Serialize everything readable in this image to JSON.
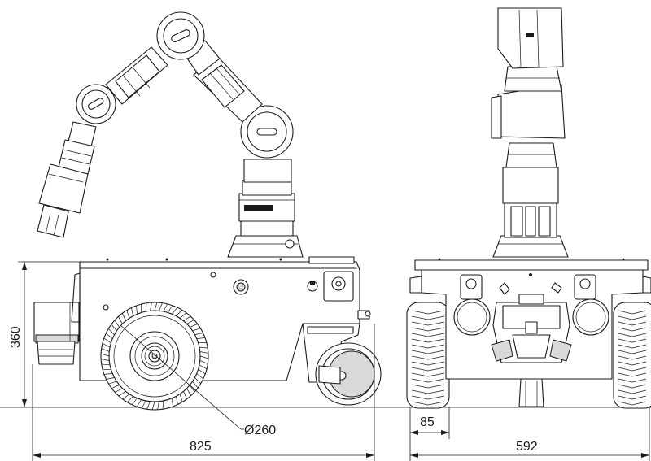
{
  "dimensions": {
    "height_label": "360",
    "wheel_diameter_label": "Ø260",
    "length_label": "825",
    "wheel_offset_label": "85",
    "width_label": "592"
  }
}
